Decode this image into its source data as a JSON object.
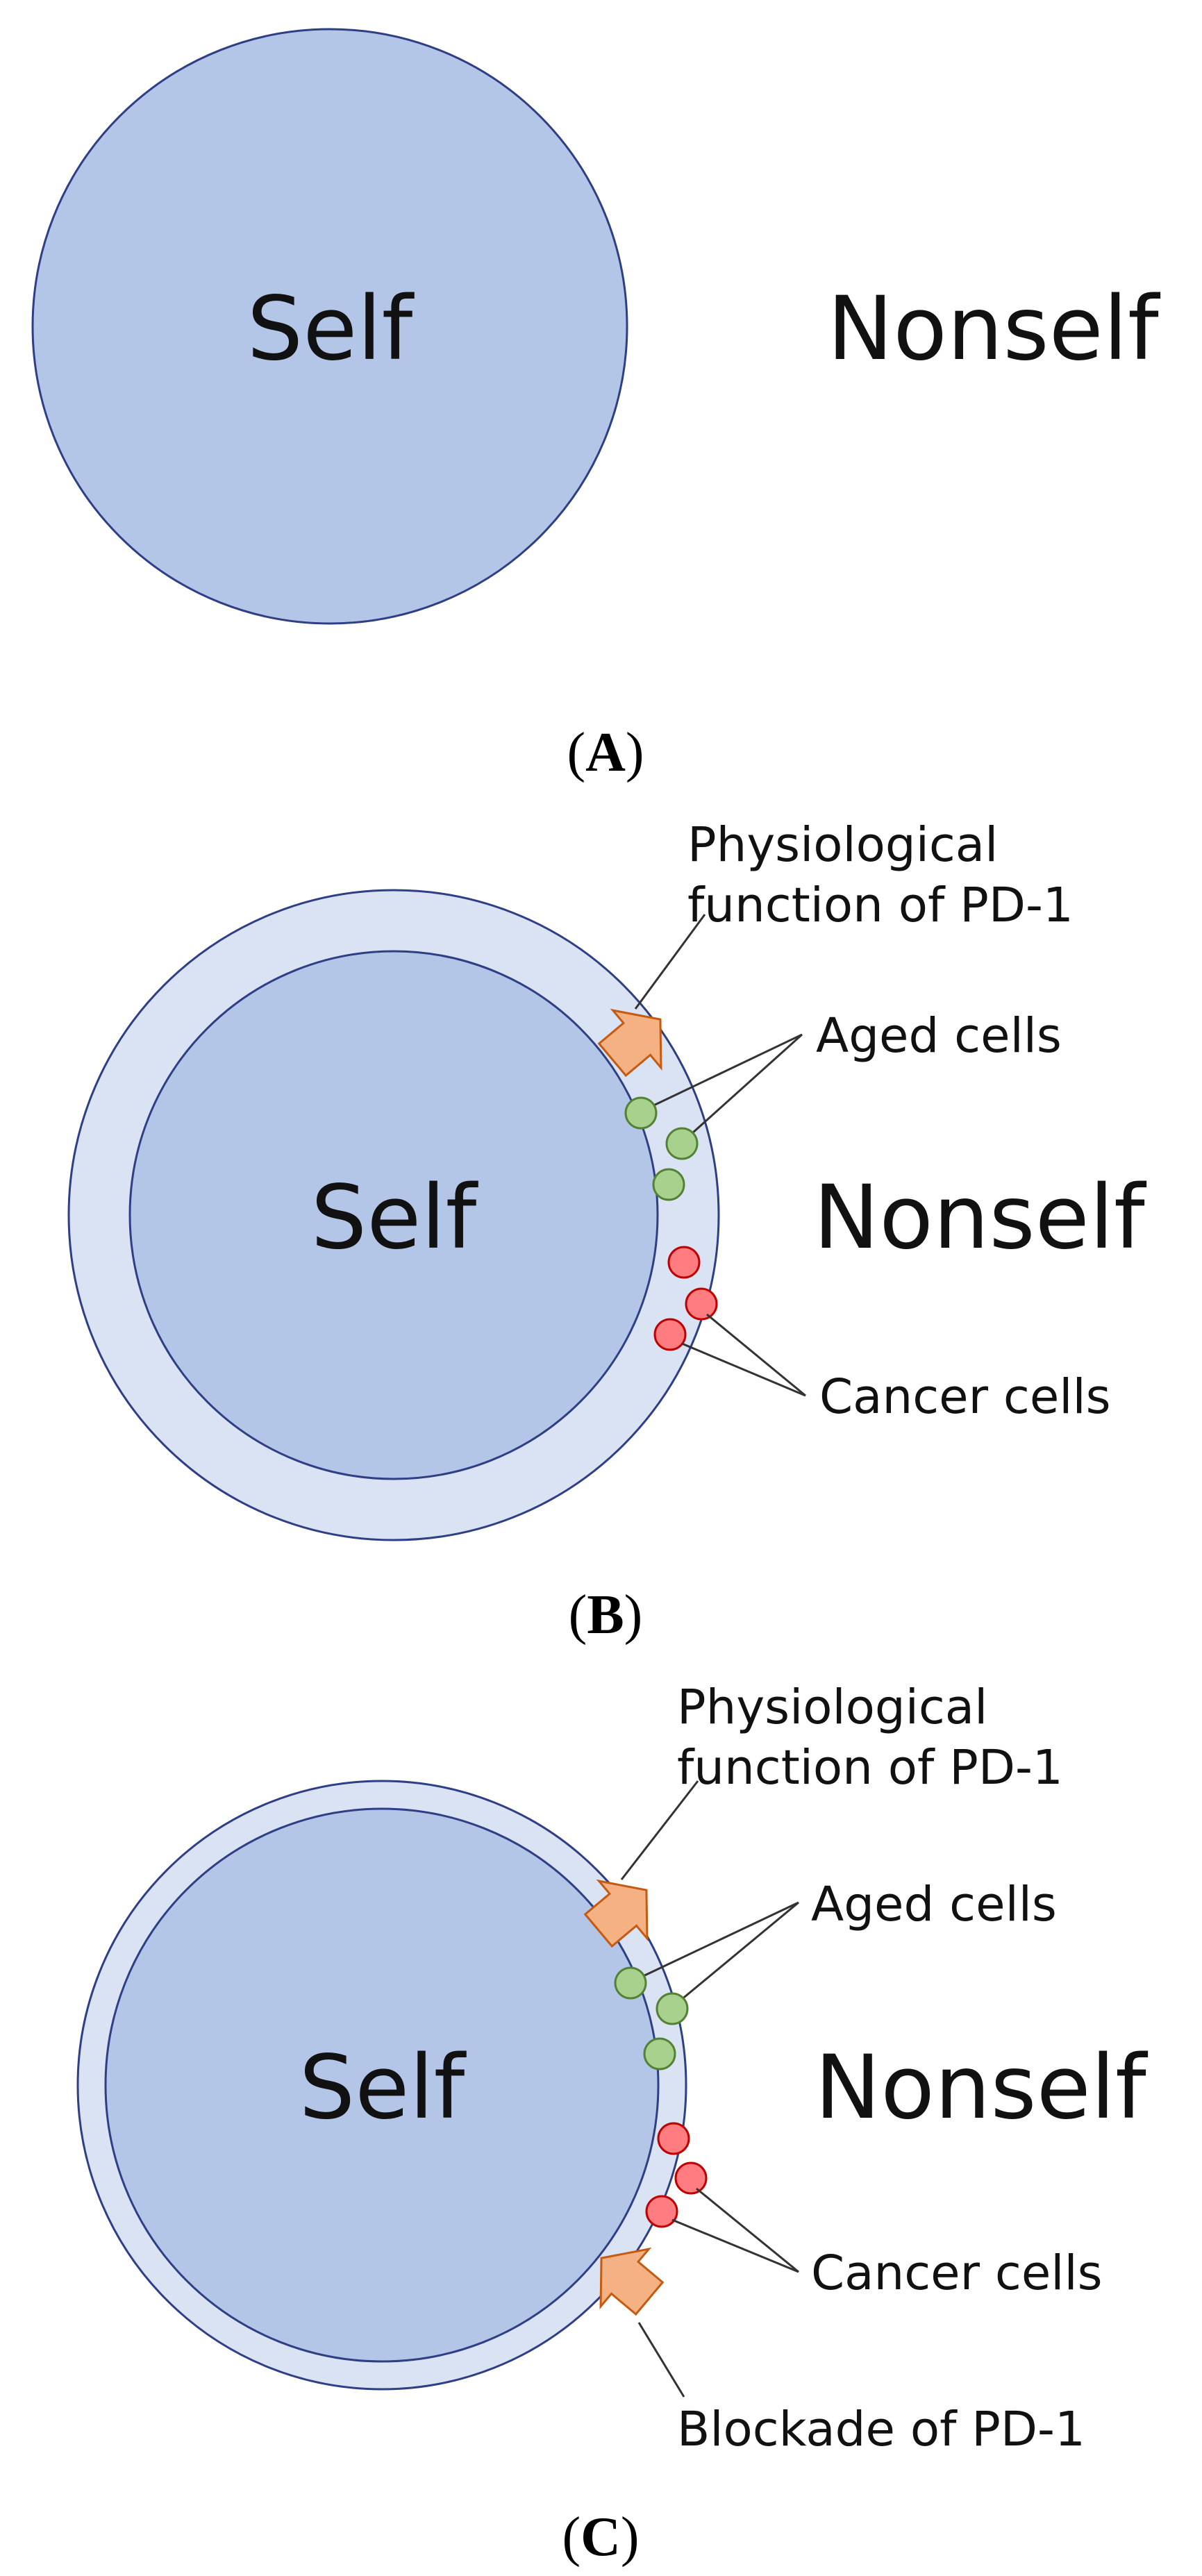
{
  "colors": {
    "self_fill": "#b4c6e7",
    "margin_fill": "#dae3f3",
    "circle_stroke": "#2f3f86",
    "arrow_fill": "#f4b183",
    "arrow_stroke": "#c55a11",
    "aged_cell_fill": "#a9d18e",
    "aged_cell_stroke": "#548235",
    "cancer_cell_fill": "#ff7c80",
    "cancer_cell_stroke": "#c00000"
  },
  "panels": [
    {
      "id": "A",
      "self_label": "Self",
      "nonself_label": "Nonself",
      "caption": {
        "open": "(",
        "letter": "A",
        "close": ")"
      }
    },
    {
      "id": "B",
      "self_label": "Self",
      "nonself_label": "Nonself",
      "physiological_label": [
        "Physiological",
        "function of PD-1"
      ],
      "aged_cells_label": "Aged cells",
      "cancer_cells_label": "Cancer cells",
      "caption": {
        "open": "(",
        "letter": "B",
        "close": ")"
      }
    },
    {
      "id": "C",
      "self_label": "Self",
      "nonself_label": "Nonself",
      "physiological_label": [
        "Physiological",
        "function of PD-1"
      ],
      "aged_cells_label": "Aged cells",
      "cancer_cells_label": "Cancer cells",
      "blockade_label": "Blockade of PD-1",
      "caption": {
        "open": "(",
        "letter": "C",
        "close": ")"
      }
    }
  ]
}
